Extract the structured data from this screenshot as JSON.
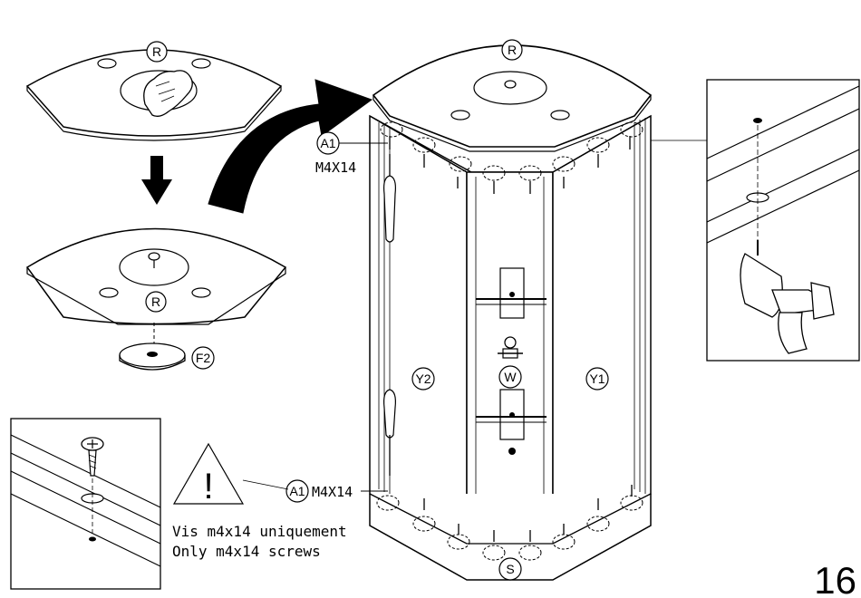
{
  "labels": {
    "roof_top_small": "R",
    "roof_bottom_small": "R",
    "roof_large": "R",
    "washer": "F2",
    "screw_top_callout": "A1",
    "screw_top_size": "M4X14",
    "screw_bottom_callout": "A1",
    "screw_bottom_size": "M4X14",
    "panel_left": "Y2",
    "panel_right": "Y1",
    "column": "W",
    "base": "S",
    "warning_symbol": "!"
  },
  "note": {
    "line_fr": "Vis m4x14 uniquement",
    "line_en": "Only m4x14 screws"
  },
  "page_number": "16"
}
